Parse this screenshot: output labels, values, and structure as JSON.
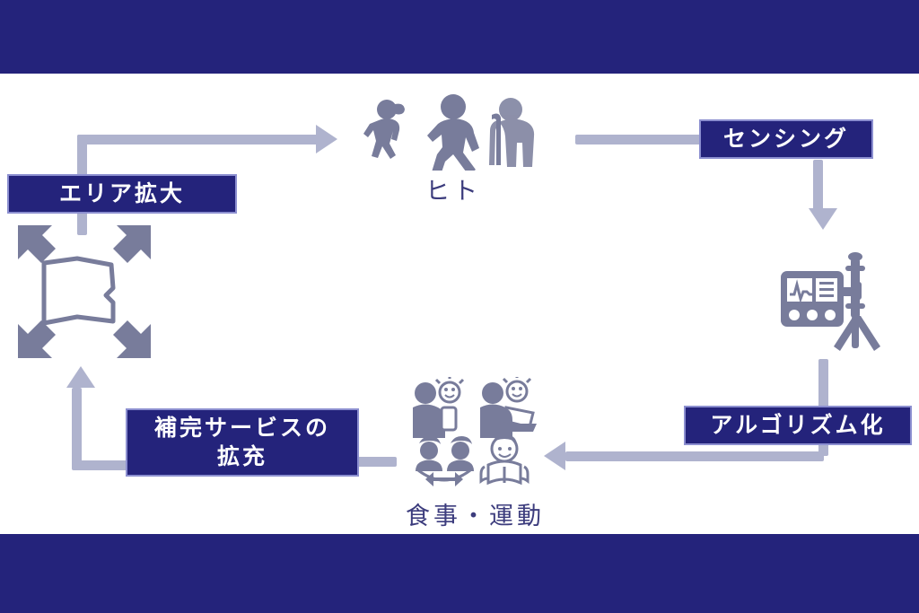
{
  "slide": {
    "background_color": "#ffffff",
    "band_color": "#24237B",
    "icon_color": "#787C9B",
    "connector_color": "#AFB3CE",
    "caption_color": "#3C3C7D",
    "label_fill": "#24237B",
    "label_border": "#8C8FD0",
    "label_text_color": "#ffffff"
  },
  "labels": {
    "area_expansion": "エリア拡大",
    "sensing": "センシング",
    "algorithmization": "アルゴリズム化",
    "complementary_service_line1": "補完サービスの",
    "complementary_service_line2": "拡充"
  },
  "captions": {
    "people": "ヒト",
    "diet_exercise": "食事・運動"
  },
  "nodes": [
    {
      "id": "map",
      "icon": "expanding-map-icon",
      "label": "エリア拡大"
    },
    {
      "id": "people",
      "icon": "people-group-icon",
      "caption": "ヒト"
    },
    {
      "id": "sensor",
      "icon": "measurement-device-icon",
      "label": "センシング"
    },
    {
      "id": "lifestyle",
      "icon": "diet-exercise-icons",
      "caption": "食事・運動",
      "label": "アルゴリズム化"
    },
    {
      "id": "service",
      "label": "補完サービスの拡充"
    }
  ],
  "flow": [
    {
      "from": "map",
      "to": "people",
      "label": "エリア拡大",
      "arrow": true
    },
    {
      "from": "people",
      "to": "sensing-label",
      "label": "センシング",
      "arrow": false
    },
    {
      "from": "sensing-label",
      "to": "sensor",
      "arrow": true
    },
    {
      "from": "sensor",
      "to": "algorithm-label",
      "arrow": false
    },
    {
      "from": "algorithm-label",
      "to": "lifestyle",
      "arrow": true
    },
    {
      "from": "lifestyle",
      "to": "service",
      "arrow": false
    },
    {
      "from": "service",
      "to": "map",
      "arrow": true
    }
  ]
}
